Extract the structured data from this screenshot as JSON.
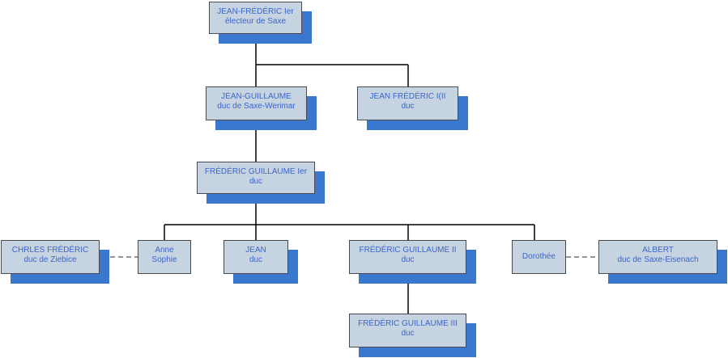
{
  "nodes": {
    "jean_frederic": {
      "line1": "JEAN-FRÉDÉRIC Ier",
      "line2": "électeur de Saxe"
    },
    "jean_guillaume": {
      "line1": "JEAN-GUILLAUME",
      "line2": "duc de Saxe-Werimar"
    },
    "jean_frederic_ii": {
      "line1": "JEAN FRÉDÉRIC I(II",
      "line2": "duc"
    },
    "frederic_guillaume_i": {
      "line1": "FRÉDÉRIC GUILLAUME Ier",
      "line2": "duc"
    },
    "chrles_frederic": {
      "line1": "CHRLES FRÉDÉRIC",
      "line2": "duc de Ziebice"
    },
    "anne_sophie": {
      "line1": "Anne",
      "line2": "Sophie"
    },
    "jean": {
      "line1": "JEAN",
      "line2": "duc"
    },
    "frederic_guillaume_ii": {
      "line1": "FRÉDÉRIC GUILLAUME II",
      "line2": "duc"
    },
    "dorothee": {
      "line1": "Dorothée",
      "line2": ""
    },
    "albert": {
      "line1": "ALBERT",
      "line2": "duc de Saxe-Eisenach"
    },
    "frederic_guillaume_iii": {
      "line1": "FRÉDÉRIC GUILLAUME III",
      "line2": "duc"
    }
  },
  "colors": {
    "box_fill": "#c6d3e1",
    "box_border": "#4a4a4a",
    "shadow": "#3a78d0",
    "text": "#3b66c9",
    "line": "#000000",
    "marriage_line": "#555555"
  }
}
